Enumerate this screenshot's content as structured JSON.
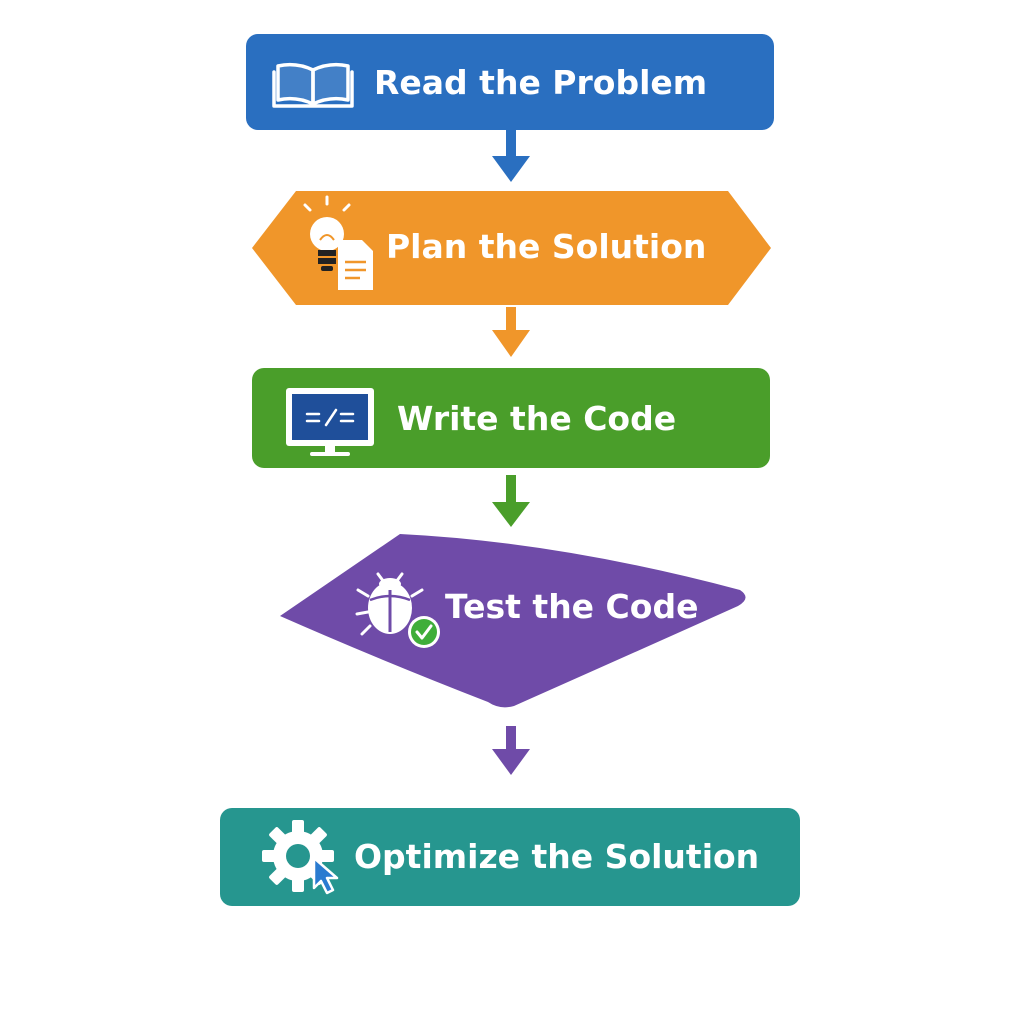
{
  "diagram": {
    "steps": [
      {
        "label": "Read the Problem",
        "icon": "open-book-icon",
        "color": "#2A6FC0"
      },
      {
        "label": "Plan the Solution",
        "icon": "lightbulb-document-icon",
        "color": "#F0962A"
      },
      {
        "label": "Write the Code",
        "icon": "code-monitor-icon",
        "color": "#4A9E2A"
      },
      {
        "label": "Test the Code",
        "icon": "bug-checkmark-icon",
        "color": "#6F4BA8"
      },
      {
        "label": "Optimize the Solution",
        "icon": "gear-cursor-icon",
        "color": "#26968F"
      }
    ],
    "arrows": [
      {
        "from": "Read the Problem",
        "to": "Plan the Solution",
        "color": "#2A6FC0"
      },
      {
        "from": "Plan the Solution",
        "to": "Write the Code",
        "color": "#F0962A"
      },
      {
        "from": "Write the Code",
        "to": "Test the Code",
        "color": "#4A9E2A"
      },
      {
        "from": "Test the Code",
        "to": "Optimize the Solution",
        "color": "#6F4BA8"
      }
    ]
  }
}
